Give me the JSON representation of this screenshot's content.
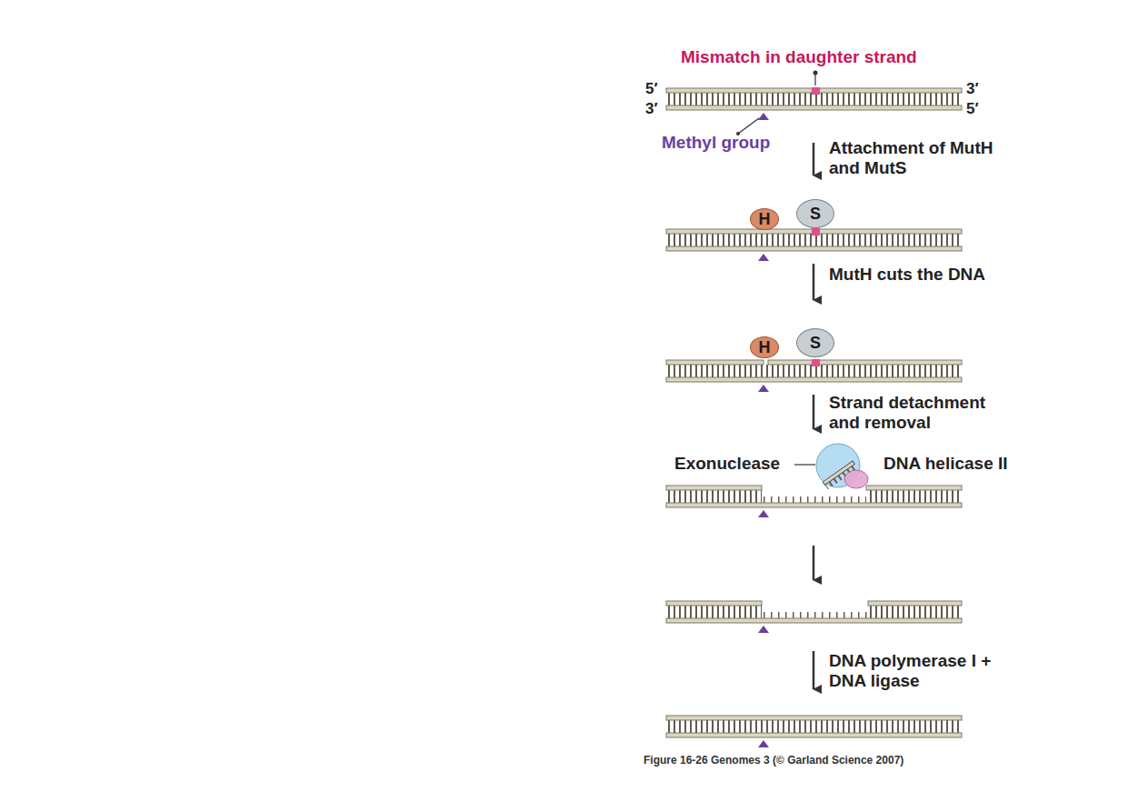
{
  "diagram": {
    "caption": "Figure 16-26 Genomes 3 (© Garland Science 2007)",
    "nodes": [
      {
        "text": [
          "H"
        ]
      },
      {
        "text": [
          "S"
        ]
      },
      {
        "text": [
          "H"
        ]
      },
      {
        "text": [
          "S"
        ]
      }
    ],
    "labels": [
      "Mismatch in daughter strand",
      "5′",
      "3′",
      "3′",
      "5′",
      "Methyl group",
      "Attachment of MutH and MutS",
      "MutH cuts the DNA",
      "Strand detachment and removal",
      "Exonuclease",
      "DNA helicase II",
      "DNA polymerase I + DNA ligase"
    ]
  }
}
